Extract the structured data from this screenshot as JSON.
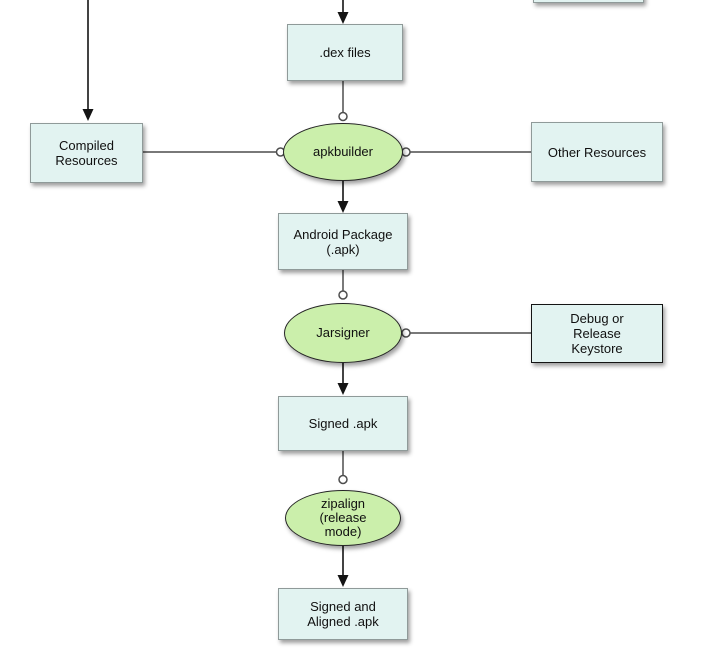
{
  "theme": {
    "canvas_bg": "#ffffff",
    "box_fill": "#e2f3f1",
    "box_border": "#8f9a99",
    "keystore_border": "#141414",
    "ellipse_fill": "#cbefab",
    "ellipse_border": "#262626",
    "connector": "#4d4d4d",
    "arrow": "#141414",
    "text": "#101010"
  },
  "nodes": {
    "dex_files": {
      "lines": [
        ".dex files"
      ]
    },
    "compiled_resources": {
      "lines": [
        "Compiled",
        "Resources"
      ]
    },
    "apkbuilder": {
      "lines": [
        "apkbuilder"
      ]
    },
    "other_resources": {
      "lines": [
        "Other Resources"
      ]
    },
    "android_package": {
      "lines": [
        "Android Package",
        "(.apk)"
      ]
    },
    "jarsigner": {
      "lines": [
        "Jarsigner"
      ]
    },
    "keystore": {
      "lines": [
        "Debug or",
        "Release",
        "Keystore"
      ]
    },
    "signed_apk": {
      "lines": [
        "Signed .apk"
      ]
    },
    "zipalign": {
      "lines": [
        "zipalign",
        "(release",
        "mode)"
      ]
    },
    "signed_aligned_apk": {
      "lines": [
        "Signed and",
        "Aligned .apk"
      ]
    }
  }
}
